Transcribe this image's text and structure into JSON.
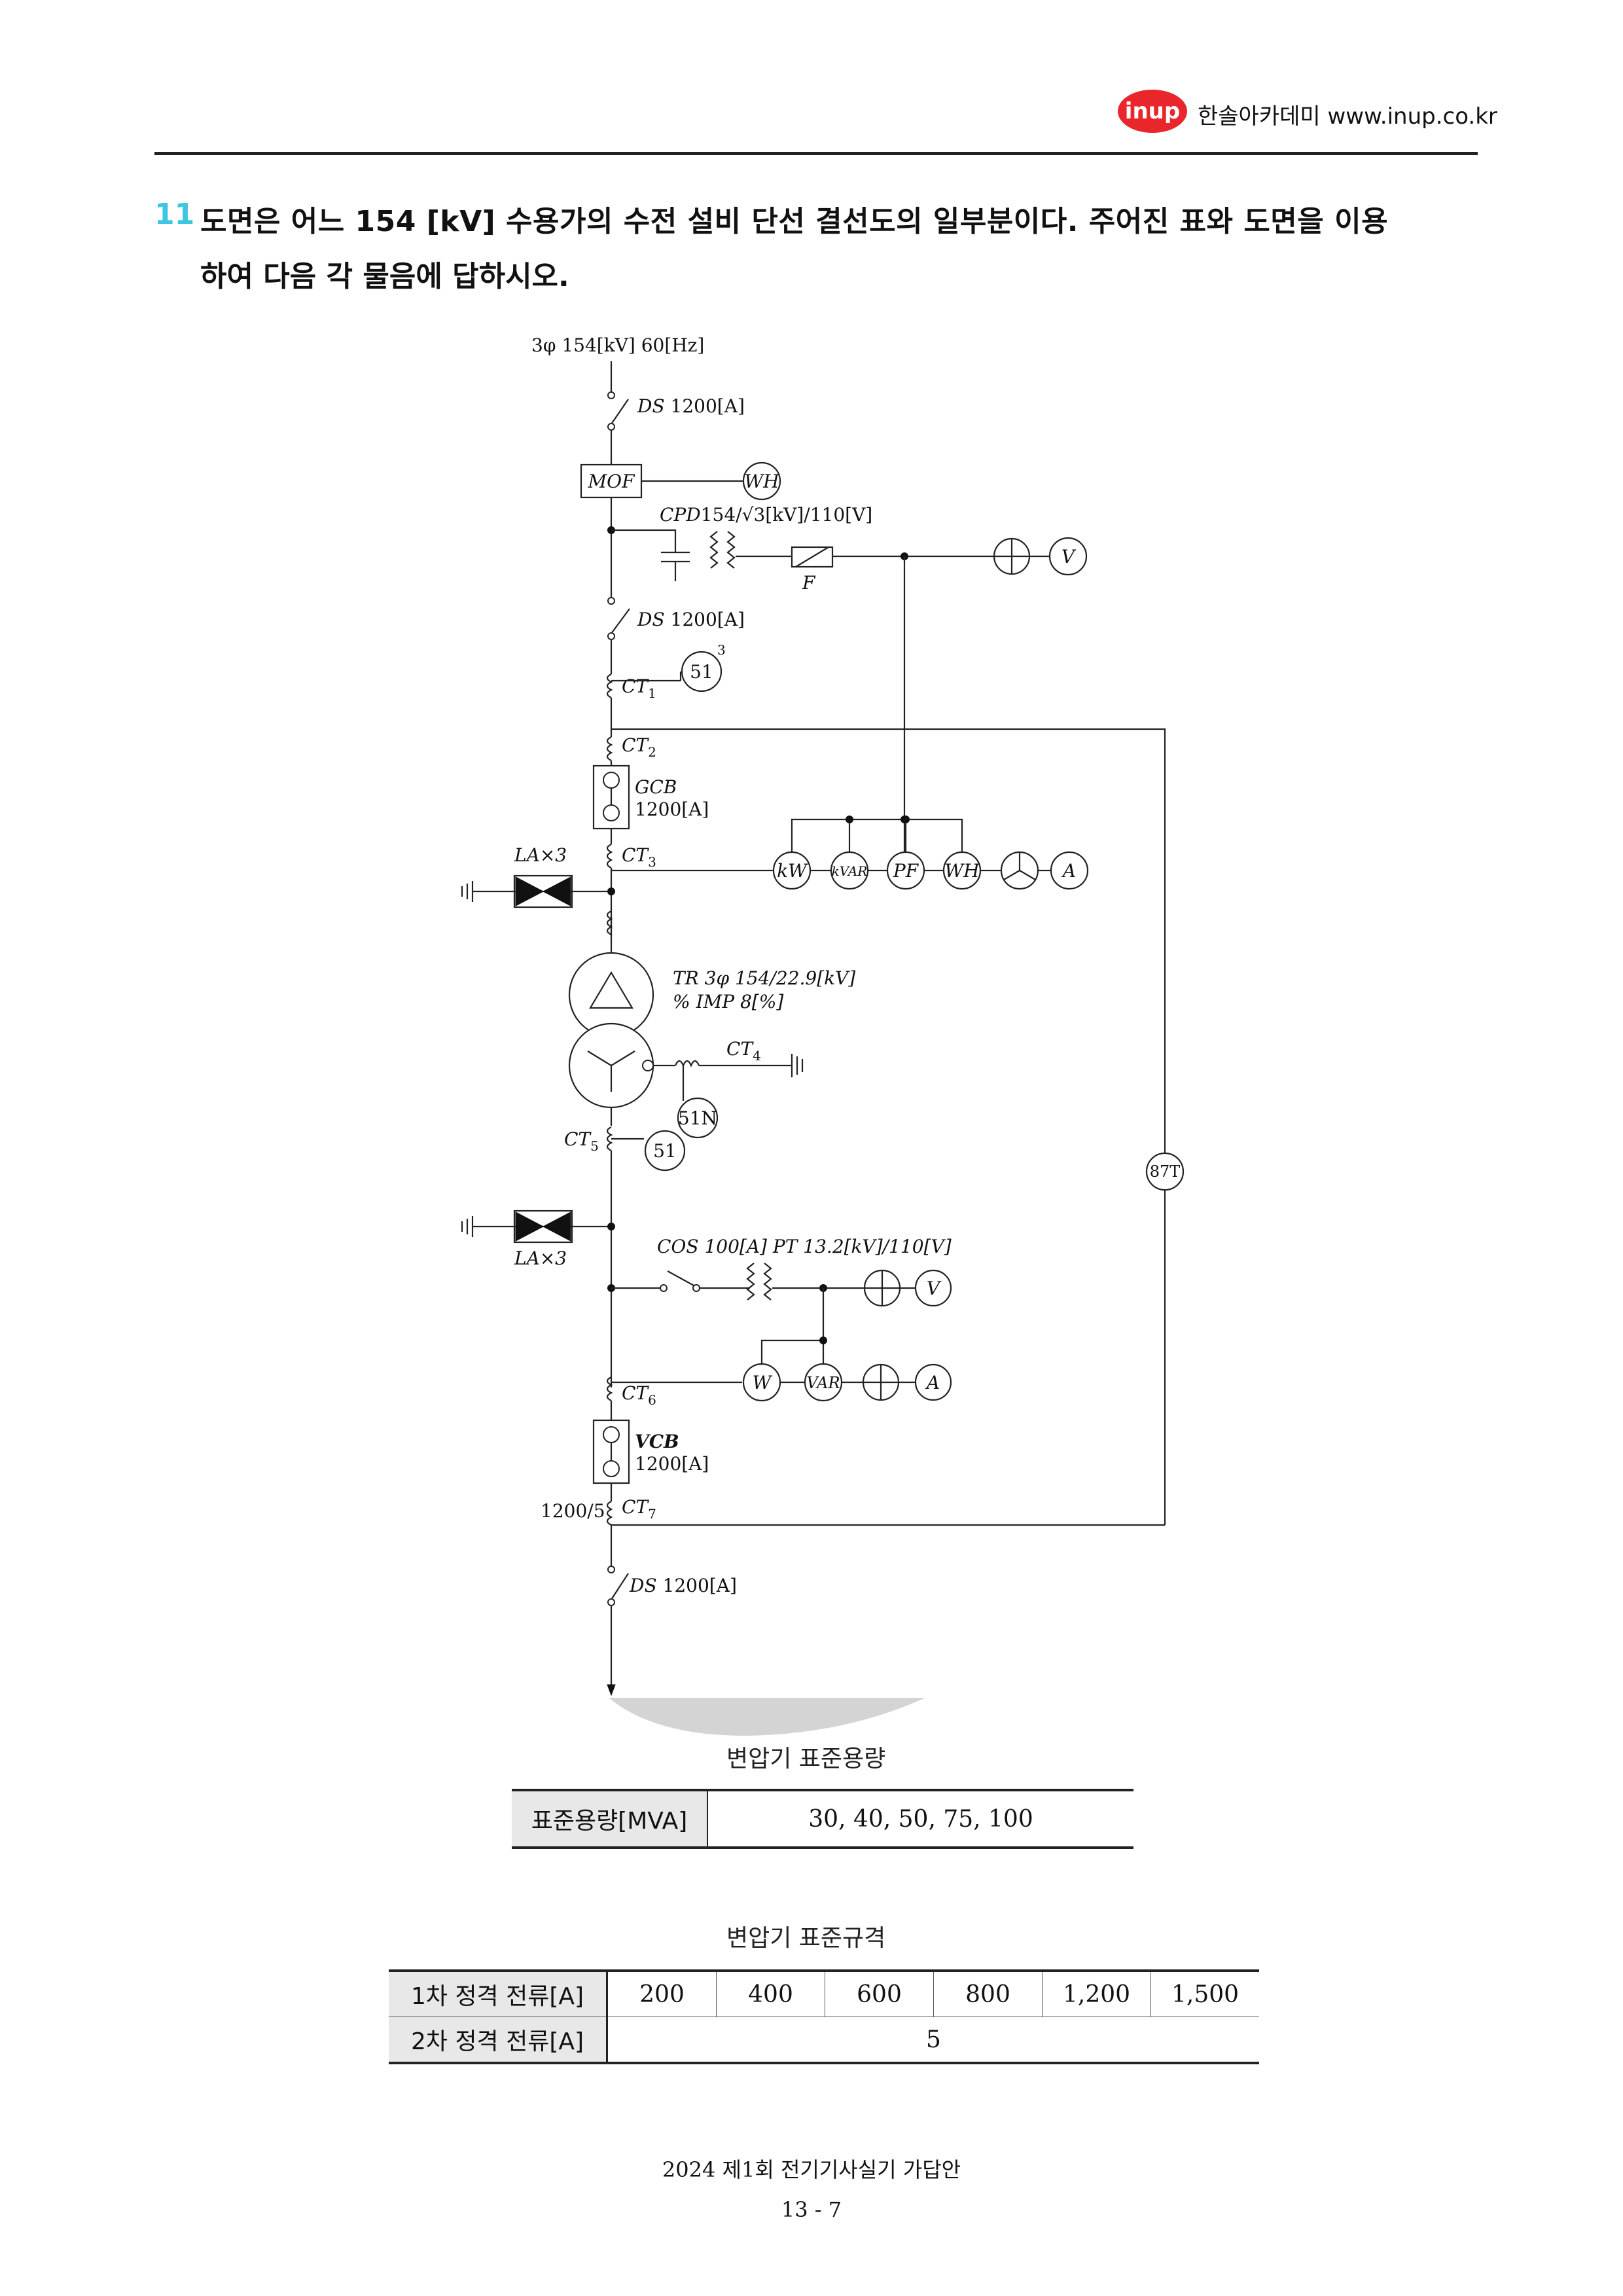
{
  "header": {
    "logo_text": "inup",
    "site": "한솔아카데미 www.inup.co.kr",
    "logo_color": "#e8262b"
  },
  "question": {
    "number": "11",
    "line1": "도면은 어느 154 [kV] 수용가의 수전 설비 단선 결선도의 일부분이다. 주어진 표와 도면을 이용",
    "line2": "하여 다음 각 물음에 답하시오.",
    "number_color": "#3cc6e2"
  },
  "diagram": {
    "supply": "3φ 154[kV] 60[Hz]",
    "ds_top": "1200[A]",
    "ds_label": "DS",
    "mof": "MOF",
    "wh": "WH",
    "cpd_name": "CPD",
    "cpd_rating": "154/√3[kV]/110[V]",
    "fuse": "F",
    "v": "V",
    "ds_mid": "1200[A]",
    "relay51": "51",
    "relay51_sup": "3",
    "ct_label": "CT",
    "ct1": "1",
    "ct2": "2",
    "gcb": "GCB",
    "gcb_rating": "1200[A]",
    "la_top": "LA×3",
    "ct3": "3",
    "kw": "kW",
    "kvar": "kVAR",
    "pf": "PF",
    "wh2": "WH",
    "a": "A",
    "tr_line1": "TR 3φ 154/22.9[kV]",
    "tr_line2": "% IMP 8[%]",
    "ct4": "4",
    "relay51n": "51N",
    "ct5": "5",
    "relay51b": "51",
    "relay87t": "87T",
    "la_bottom": "LA×3",
    "cos_pt": "COS 100[A] PT 13.2[kV]/110[V]",
    "v2": "V",
    "w": "W",
    "var": "VAR",
    "a2": "A",
    "ct6": "6",
    "vcb": "VCB",
    "vcb_rating": "1200[A]",
    "ct7_ratio": "1200/5",
    "ct7": "7",
    "ds_bottom": "1200[A]"
  },
  "tables": {
    "capacity": {
      "title": "변압기 표준용량",
      "header": "표준용량[MVA]",
      "values": "30,  40,  50,  75,  100"
    },
    "spec": {
      "title": "변압기 표준규격",
      "row1_header": "1차 정격 전류[A]",
      "row1_values": [
        "200",
        "400",
        "600",
        "800",
        "1,200",
        "1,500"
      ],
      "row2_header": "2차 정격 전류[A]",
      "row2_value": "5"
    }
  },
  "footer": {
    "title": "2024  제1회  전기기사실기  가답안",
    "page": "13 - 7"
  }
}
